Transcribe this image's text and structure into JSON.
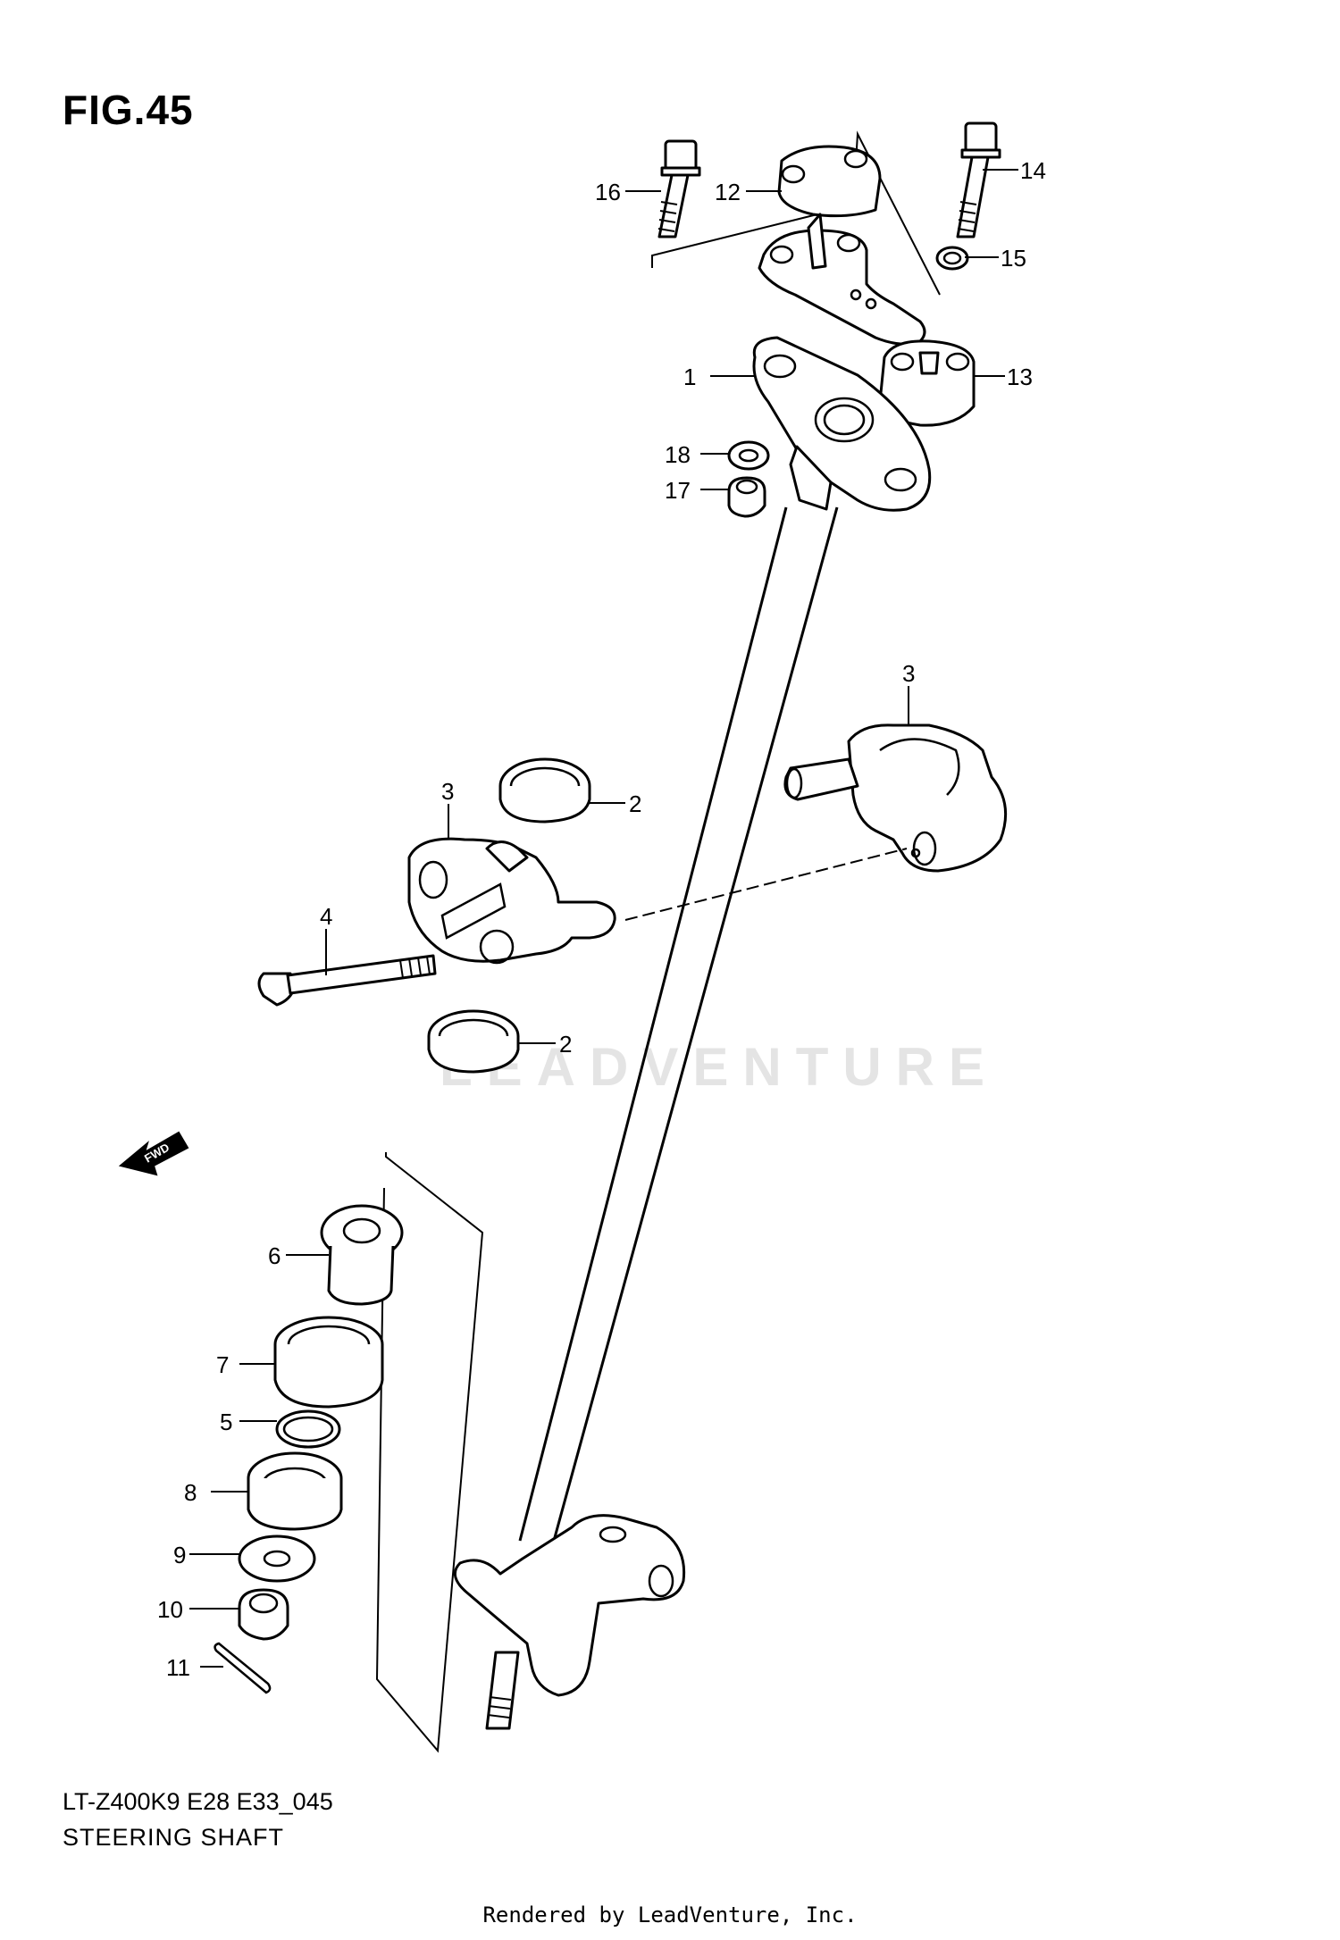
{
  "figure": {
    "title": "FIG.45"
  },
  "diagram": {
    "code": "LT-Z400K9 E28 E33_045",
    "name": "STEERING SHAFT",
    "direction_marker": "FWD",
    "watermark": "LEADVENTURE",
    "footer": "Rendered by LeadVenture, Inc."
  },
  "callouts": {
    "c1": "1",
    "c2a": "2",
    "c2b": "2",
    "c3a": "3",
    "c3b": "3",
    "c4": "4",
    "c5": "5",
    "c6": "6",
    "c7": "7",
    "c8": "8",
    "c9": "9",
    "c10": "10",
    "c11": "11",
    "c12": "12",
    "c13": "13",
    "c14": "14",
    "c15": "15",
    "c16": "16",
    "c17": "17",
    "c18": "18"
  }
}
